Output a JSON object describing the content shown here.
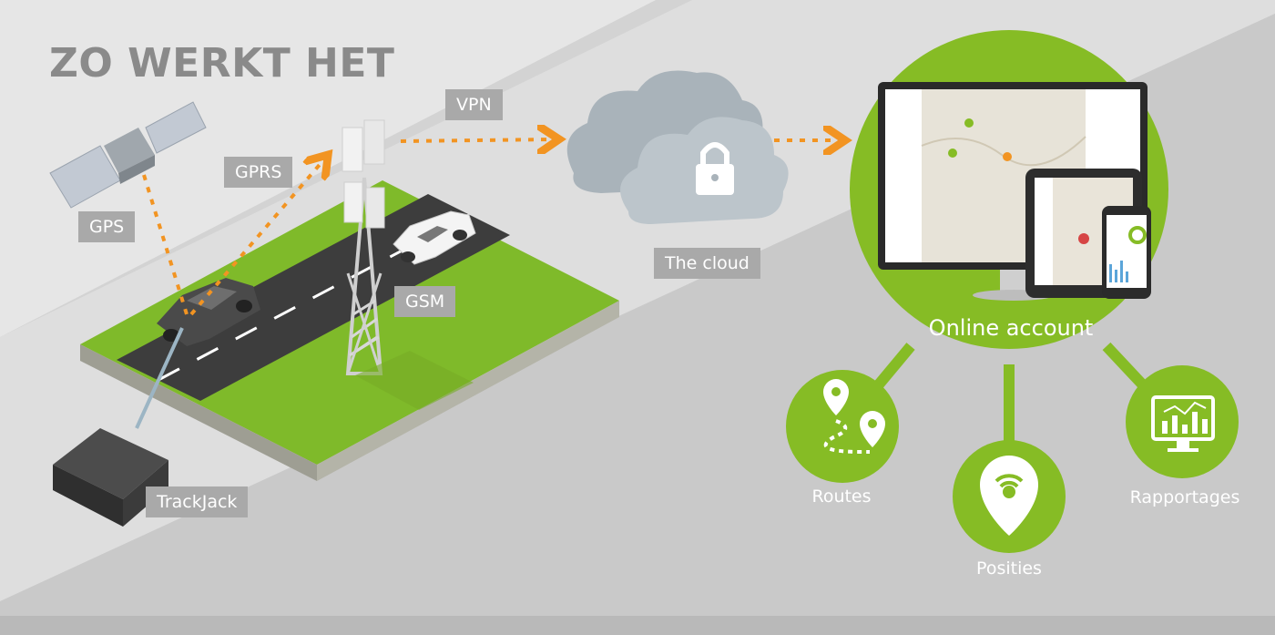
{
  "title": "ZO WERKT HET",
  "labels": {
    "gps": "GPS",
    "gprs": "GPRS",
    "vpn": "VPN",
    "cloud": "The cloud",
    "gsm": "GSM",
    "trackjack": "TrackJack",
    "online_account": "Online account",
    "routes": "Routes",
    "posities": "Posities",
    "rapportages": "Rapportages"
  },
  "colors": {
    "green": "#86bc25",
    "orange": "#f29422",
    "tag_grey": "#a9a9a9",
    "title_grey": "#8a8a8a",
    "road": "#3d3d3d",
    "cloud": "#b5bfc6"
  },
  "icons": [
    "satellite-icon",
    "cell-tower-icon",
    "car-icon",
    "cloud-lock-icon",
    "tracker-device-icon",
    "monitor-icon",
    "tablet-icon",
    "phone-icon",
    "routes-icon",
    "position-pin-icon",
    "report-chart-icon"
  ]
}
